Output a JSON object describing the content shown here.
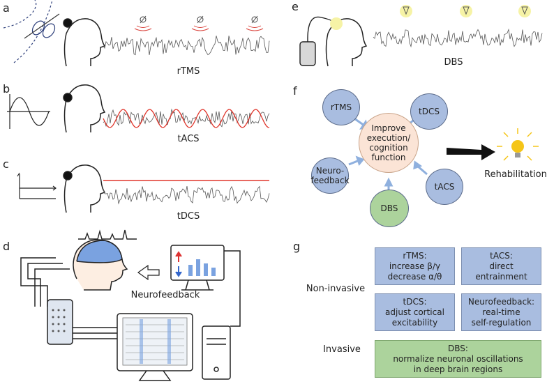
{
  "panels": {
    "a": "a",
    "b": "b",
    "c": "c",
    "d": "d",
    "e": "e",
    "f": "f",
    "g": "g"
  },
  "captions": {
    "a": "rTMS",
    "b": "tACS",
    "c": "tDCS",
    "d": "Neurofeedback",
    "e": "DBS"
  },
  "hub": {
    "center": "Improve\nexecution/\ncognition\nfunction",
    "rtms": "rTMS",
    "tdcs": "tDCS",
    "tacs": "tACS",
    "dbs": "DBS",
    "neuro": "Neuro-\nfeedback",
    "outcome": "Rehabilitation"
  },
  "table": {
    "noninvasive": "Non-invasive",
    "invasive": "Invasive",
    "rtms": "rTMS:\nincrease β/γ\ndecrease α/θ",
    "tacs": "tACS:\ndirect\nentrainment",
    "tdcs": "tDCS:\nadjust cortical\nexcitability",
    "neuro": "Neurofeedback:\nreal-time\nself-regulation",
    "dbs": "DBS:\nnormalize neuronal oscillations\nin deep brain regions"
  },
  "colors": {
    "blue": "#a9bde0",
    "green": "#acd39c",
    "peach": "#fbe4d6",
    "red": "#e0362c",
    "bulb": "#f5c518"
  }
}
